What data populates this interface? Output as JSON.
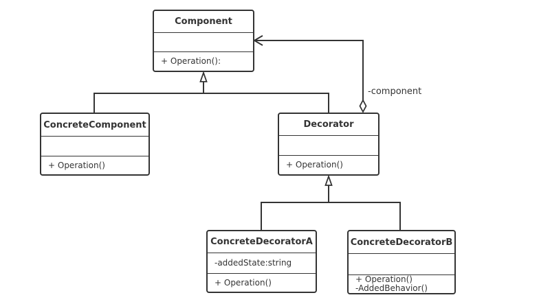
{
  "colors": {
    "stroke": "#333333",
    "background": "#ffffff"
  },
  "classes": {
    "component": {
      "name": "Component",
      "attributes": [],
      "operations": [
        "+ Operation():"
      ]
    },
    "concrete_component": {
      "name": "ConcreteComponent",
      "attributes": [],
      "operations": [
        "+ Operation()"
      ]
    },
    "decorator": {
      "name": "Decorator",
      "attributes": [],
      "operations": [
        "+ Operation()"
      ]
    },
    "concrete_decorator_a": {
      "name": "ConcreteDecoratorA",
      "attributes": [
        "-addedState:string"
      ],
      "operations": [
        "+ Operation()"
      ]
    },
    "concrete_decorator_b": {
      "name": "ConcreteDecoratorB",
      "attributes": [],
      "operations": [
        "+ Operation()",
        "-AddedBehavior()"
      ]
    }
  },
  "relations": {
    "aggregation_label": "-component"
  }
}
